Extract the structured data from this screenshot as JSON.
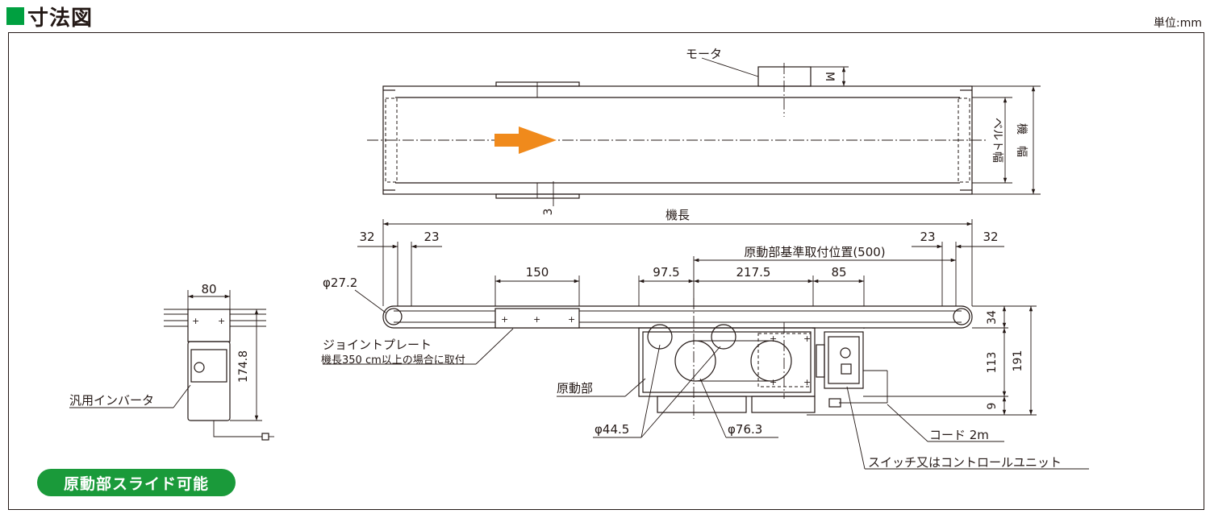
{
  "header": {
    "title": "寸法図",
    "unit": "単位:mm"
  },
  "badge": {
    "label": "原動部スライド可能"
  },
  "top_view": {
    "motor_label": "モータ",
    "dim_m": "M",
    "dim_3": "3",
    "belt_width": "ベルト幅",
    "machine_width": "機　幅",
    "arrow_color": "#f08a1c"
  },
  "side_view": {
    "machine_length": "機長",
    "dim_32_left": "32",
    "dim_23_left": "23",
    "dim_23_right": "23",
    "dim_32_right": "32",
    "mount_position": "原動部基準取付位置(500)",
    "dim_150": "150",
    "dim_97_5": "97.5",
    "dim_217_5": "217.5",
    "dim_85": "85",
    "phi_27_2": "φ27.2",
    "dim_34": "34",
    "dim_113": "113",
    "dim_191": "191",
    "dim_9": "9",
    "joint_plate": "ジョイントプレート",
    "joint_plate_note": "機長350 cm以上の場合に取付",
    "drive_unit": "原動部",
    "phi_44_5": "φ44.5",
    "phi_76_3": "φ76.3",
    "cord": "コード 2m",
    "switch_unit": "スイッチ又はコントロールユニット"
  },
  "inverter_view": {
    "dim_80": "80",
    "dim_174_8": "174.8",
    "label": "汎用インバータ"
  }
}
